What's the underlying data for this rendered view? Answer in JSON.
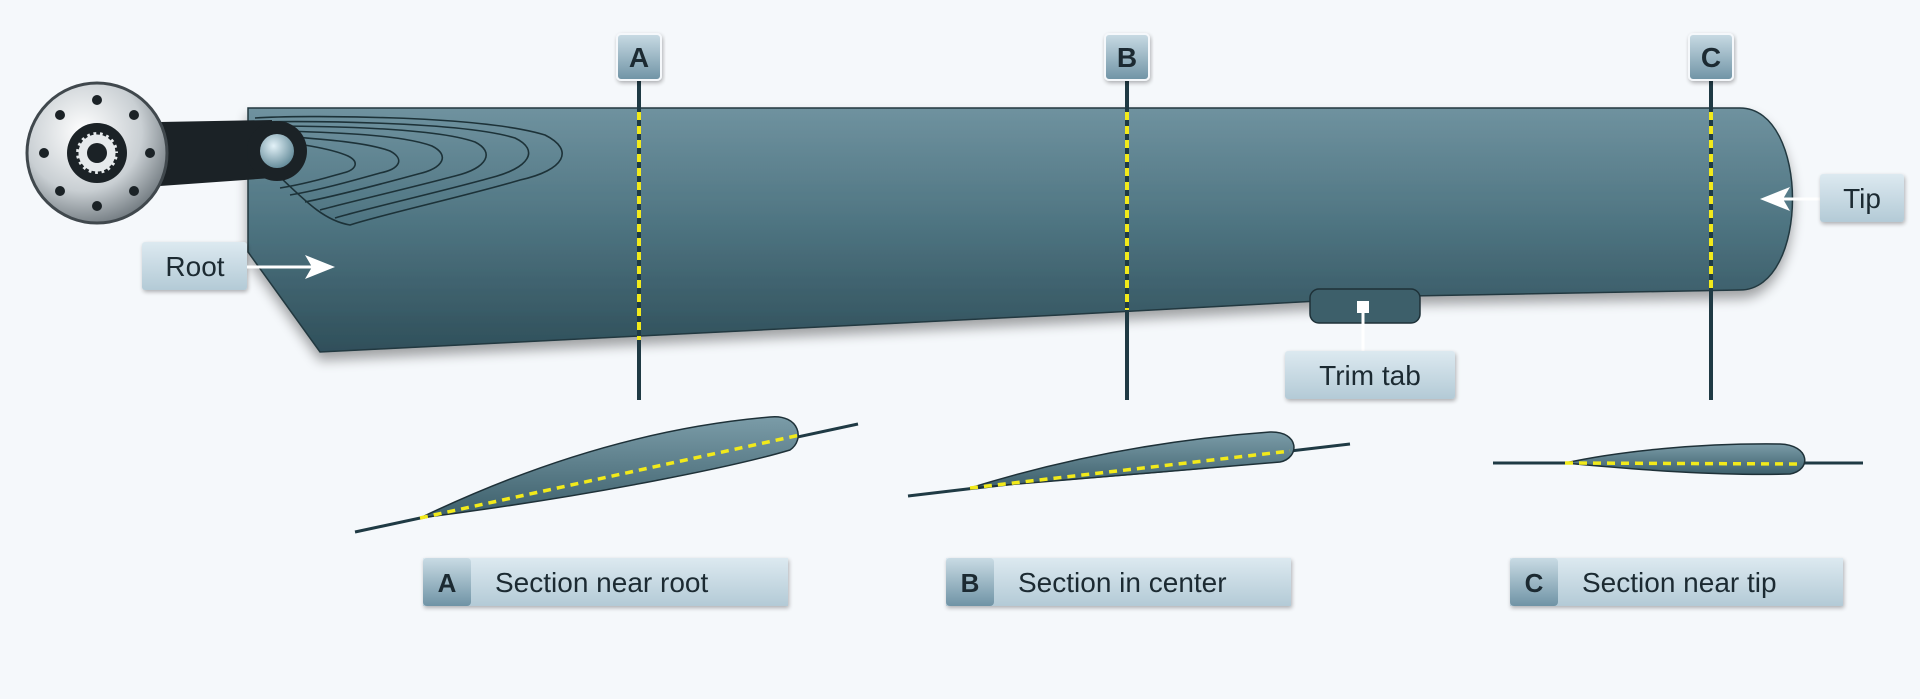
{
  "labels": {
    "root": "Root",
    "tip": "Tip",
    "trim_tab": "Trim tab"
  },
  "stations": [
    {
      "letter": "A",
      "caption": "Section near root"
    },
    {
      "letter": "B",
      "caption": "Section in center"
    },
    {
      "letter": "C",
      "caption": "Section near tip"
    }
  ],
  "colors": {
    "background": "#f5f8fb",
    "blade": "#4b6f7c",
    "blade_dark": "#2f4c57",
    "chord_line": "#f2ea1a",
    "label_box": "#c2d6e1",
    "letter_box": "#7e9fb0"
  }
}
